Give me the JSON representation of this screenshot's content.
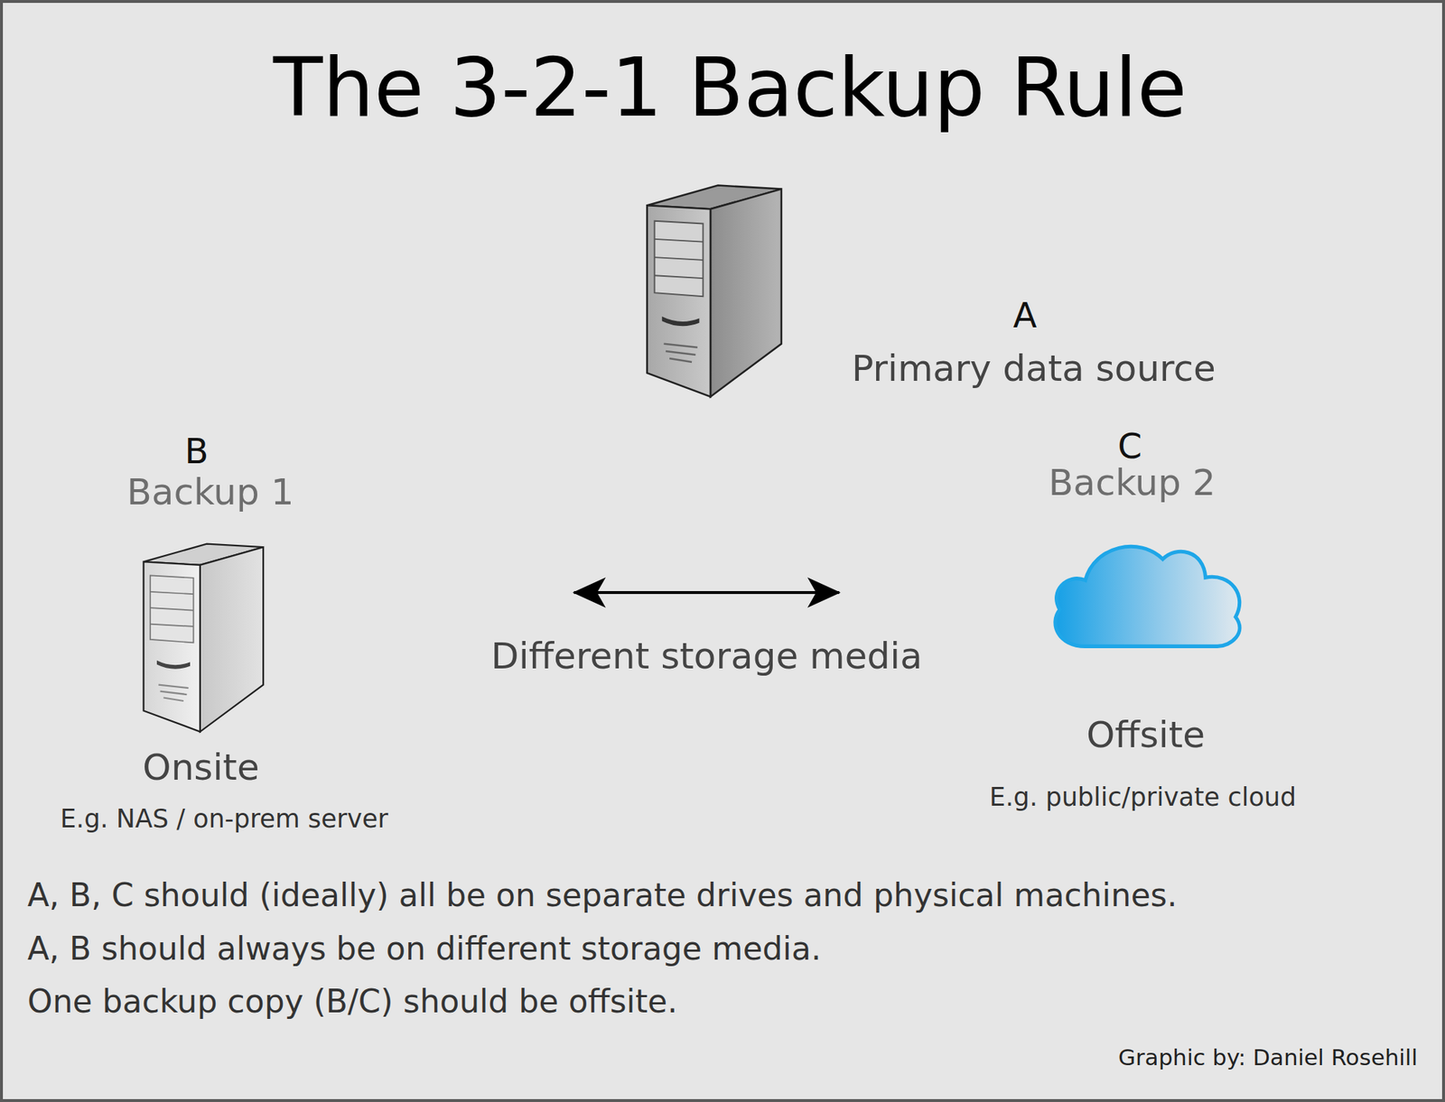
{
  "diagram": {
    "title": "The 3-2-1 Backup Rule",
    "nodes": [
      {
        "text": [
          "A",
          "Primary data source"
        ]
      },
      {
        "text": [
          "B",
          "Backup 1",
          "Onsite",
          "E.g. NAS / on-prem server"
        ]
      },
      {
        "text": [
          "C",
          "Backup 2",
          "Offsite",
          "E.g. public/private cloud"
        ]
      }
    ],
    "edges": [
      {
        "from": 1,
        "to": 2,
        "arrow": "both",
        "label": "Different storage media"
      }
    ],
    "labels": [
      "A, B, C should (ideally) all be on separate drives and physical machines.",
      "A, B should always be on different storage media.",
      "One backup copy (B/C) should be offsite.",
      "Graphic by: Daniel Rosehill"
    ]
  }
}
